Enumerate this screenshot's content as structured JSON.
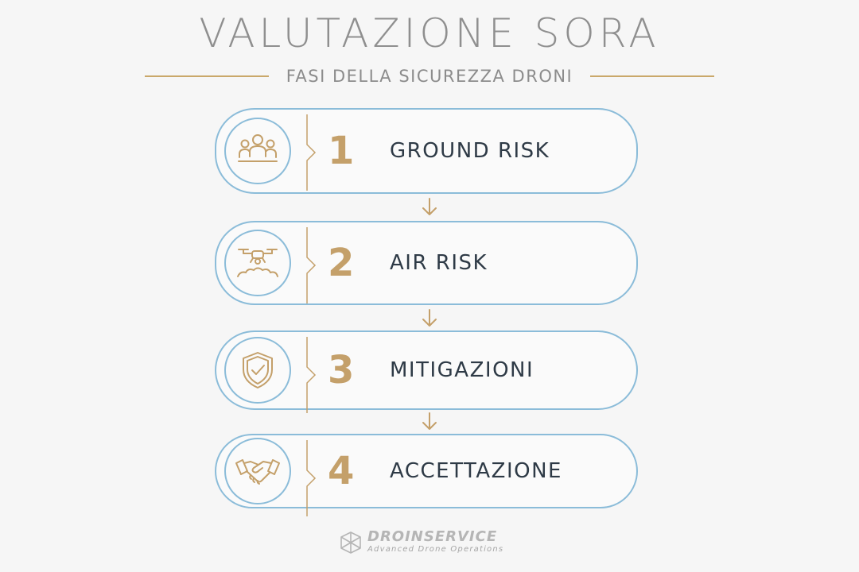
{
  "header": {
    "title": "VALUTAZIONE SORA",
    "subtitle": "FASI DELLA SICUREZZA DRONI"
  },
  "steps": [
    {
      "number": "1",
      "label": "GROUND RISK",
      "icon": "people-group-icon"
    },
    {
      "number": "2",
      "label": "AIR RISK",
      "icon": "drone-icon"
    },
    {
      "number": "3",
      "label": "MITIGAZIONI",
      "icon": "shield-check-icon"
    },
    {
      "number": "4",
      "label": "ACCETTAZIONE",
      "icon": "handshake-icon"
    }
  ],
  "brand": {
    "name": "DROINSERVICE",
    "tagline": "Advanced Drone Operations"
  },
  "colors": {
    "title": "#8f8f8f",
    "gold": "#c4a06a",
    "card_border": "#8bbcd9",
    "label_text": "#2e3a46"
  }
}
